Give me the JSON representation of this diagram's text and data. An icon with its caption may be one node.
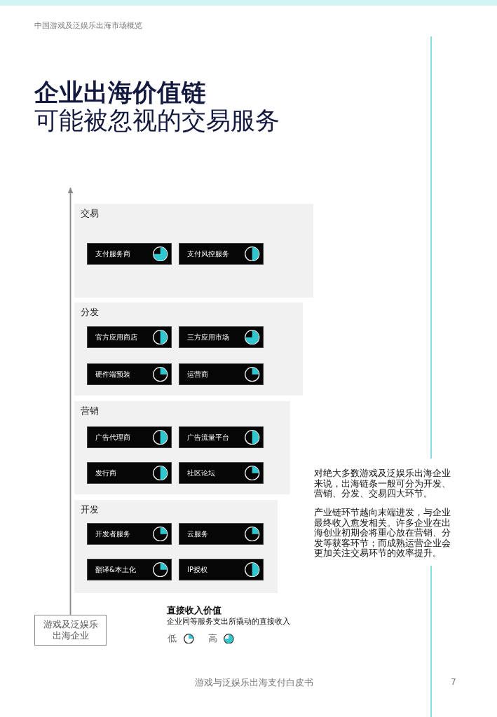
{
  "diagram": {
    "title": "**企业出海价值链**可能被忽视的交易服务",
    "nodes": [
      {
        "text": [
          "交易"
        ]
      },
      {
        "text": [
          "支付服务商"
        ],
        "in": 0
      },
      {
        "text": [
          "支付风控服务"
        ],
        "in": 0
      },
      {
        "text": [
          "分发"
        ]
      },
      {
        "text": [
          "官方应用商店"
        ],
        "in": 3
      },
      {
        "text": [
          "三方应用市场"
        ],
        "in": 3
      },
      {
        "text": [
          "硬件端预装"
        ],
        "in": 3
      },
      {
        "text": [
          "运营商"
        ],
        "in": 3
      },
      {
        "text": [
          "营销"
        ]
      },
      {
        "text": [
          "广告代理商"
        ],
        "in": 8
      },
      {
        "text": [
          "广告流量平台"
        ],
        "in": 8
      },
      {
        "text": [
          "发行商"
        ],
        "in": 8
      },
      {
        "text": [
          "社区论坛"
        ],
        "in": 8
      },
      {
        "text": [
          "开发"
        ]
      },
      {
        "text": [
          "开发者服务"
        ],
        "in": 13
      },
      {
        "text": [
          "云服务"
        ],
        "in": 13
      },
      {
        "text": [
          "翻译&本土化"
        ],
        "in": 13
      },
      {
        "text": [
          "IP授权"
        ],
        "in": 13
      },
      {
        "text": [
          "游戏及泛娱乐出海企业"
        ]
      }
    ],
    "labels": [
      "中国游戏及泛娱乐出海市场概览",
      "对绝大多数游戏及泛娱乐出海企业来说，出海链条一般可分为开发、营销、分发、交易四大环节。",
      "产业链环节越向末端进发，与企业最终收入愈发相关。许多企业在出海创业初期会将重心放在营销、分发等获客环节；而成熟运营企业会更加关注交易环节的效率提升。",
      "直接收入价值",
      "企业同等服务支出所撬动的直接收入",
      "游戏与泛娱乐出海支付白皮书",
      "7"
    ],
    "legend": [
      {
        "text": "低"
      },
      {
        "text": "高"
      }
    ]
  }
}
